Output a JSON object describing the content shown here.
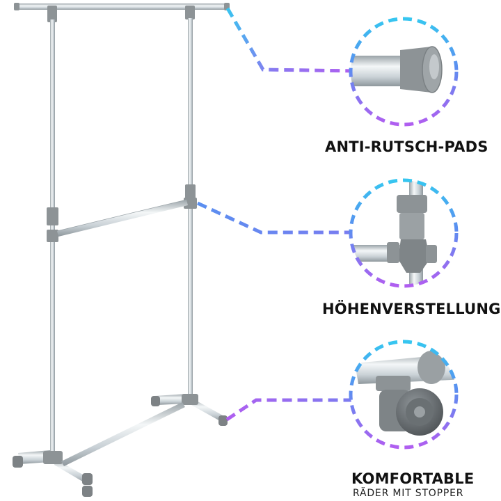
{
  "features": [
    {
      "title": "ANTI-RUTSCH-PADS",
      "icon": "end-cap-icon"
    },
    {
      "title": "HÖHENVERSTELLUNG",
      "icon": "height-clamp-icon"
    },
    {
      "title": "KOMFORTABLE",
      "subtitle": "RÄDER MIT STOPPER",
      "icon": "caster-wheel-icon"
    }
  ],
  "colors": {
    "gradient_cyan": "#36c6f0",
    "gradient_blue": "#5a8ff0",
    "gradient_purple": "#b05ef0",
    "frame_tube": "#d6dde2",
    "joint_gray": "#8d9396"
  }
}
